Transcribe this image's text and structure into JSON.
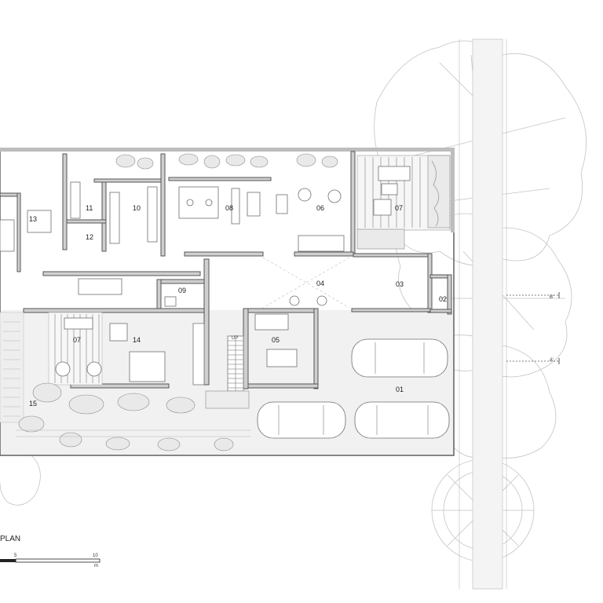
{
  "rooms": {
    "r01": "01",
    "r02": "02",
    "r03": "03",
    "r04": "04",
    "r05": "05",
    "r06": "06",
    "r07a": "07",
    "r07b": "07",
    "r08": "08",
    "r09": "09",
    "r10": "10",
    "r11": "11",
    "r12": "12",
    "r13": "13",
    "r14": "14",
    "r15": "15"
  },
  "stair_label": "UP",
  "section_marks": {
    "b": "B'",
    "a": "A'"
  },
  "plan_title": "PLAN",
  "scale_bar": {
    "tick_mid": "5",
    "tick_end": "10",
    "unit": "m"
  }
}
